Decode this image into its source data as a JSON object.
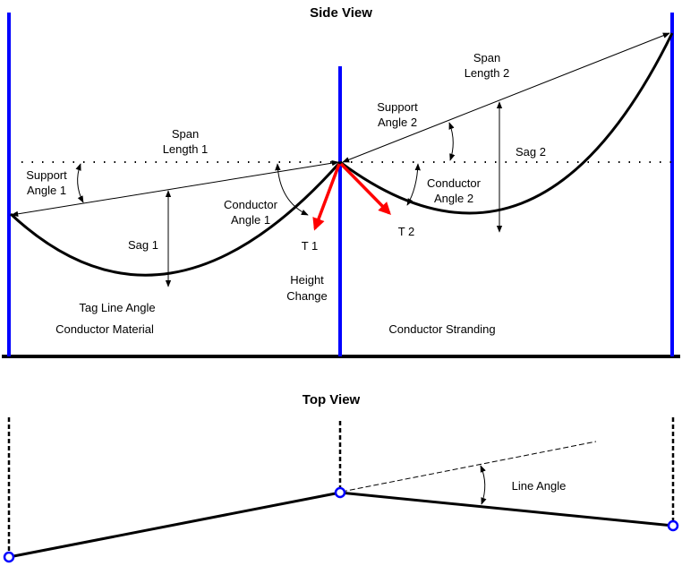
{
  "side_view": {
    "title": "Side View",
    "labels": {
      "span_length_1": [
        "Span",
        "Length 1"
      ],
      "span_length_2": [
        "Span",
        "Length 2"
      ],
      "support_angle_1": [
        "Support",
        "Angle 1"
      ],
      "support_angle_2": [
        "Support",
        "Angle 2"
      ],
      "conductor_angle_1": [
        "Conductor",
        "Angle 1"
      ],
      "conductor_angle_2": [
        "Conductor",
        "Angle 2"
      ],
      "sag_1": "Sag 1",
      "sag_2": "Sag 2",
      "tension_1": "T 1",
      "tension_2": "T 2",
      "height_change": [
        "Height",
        "Change"
      ],
      "tag_line_angle": "Tag Line Angle",
      "conductor_material": "Conductor Material",
      "conductor_stranding": "Conductor Stranding"
    }
  },
  "top_view": {
    "title": "Top View",
    "labels": {
      "line_angle": "Line Angle"
    }
  },
  "colors": {
    "pole": "#0000ff",
    "tension_arrow": "#ff0000",
    "conductor": "#000000",
    "ground": "#000000"
  }
}
